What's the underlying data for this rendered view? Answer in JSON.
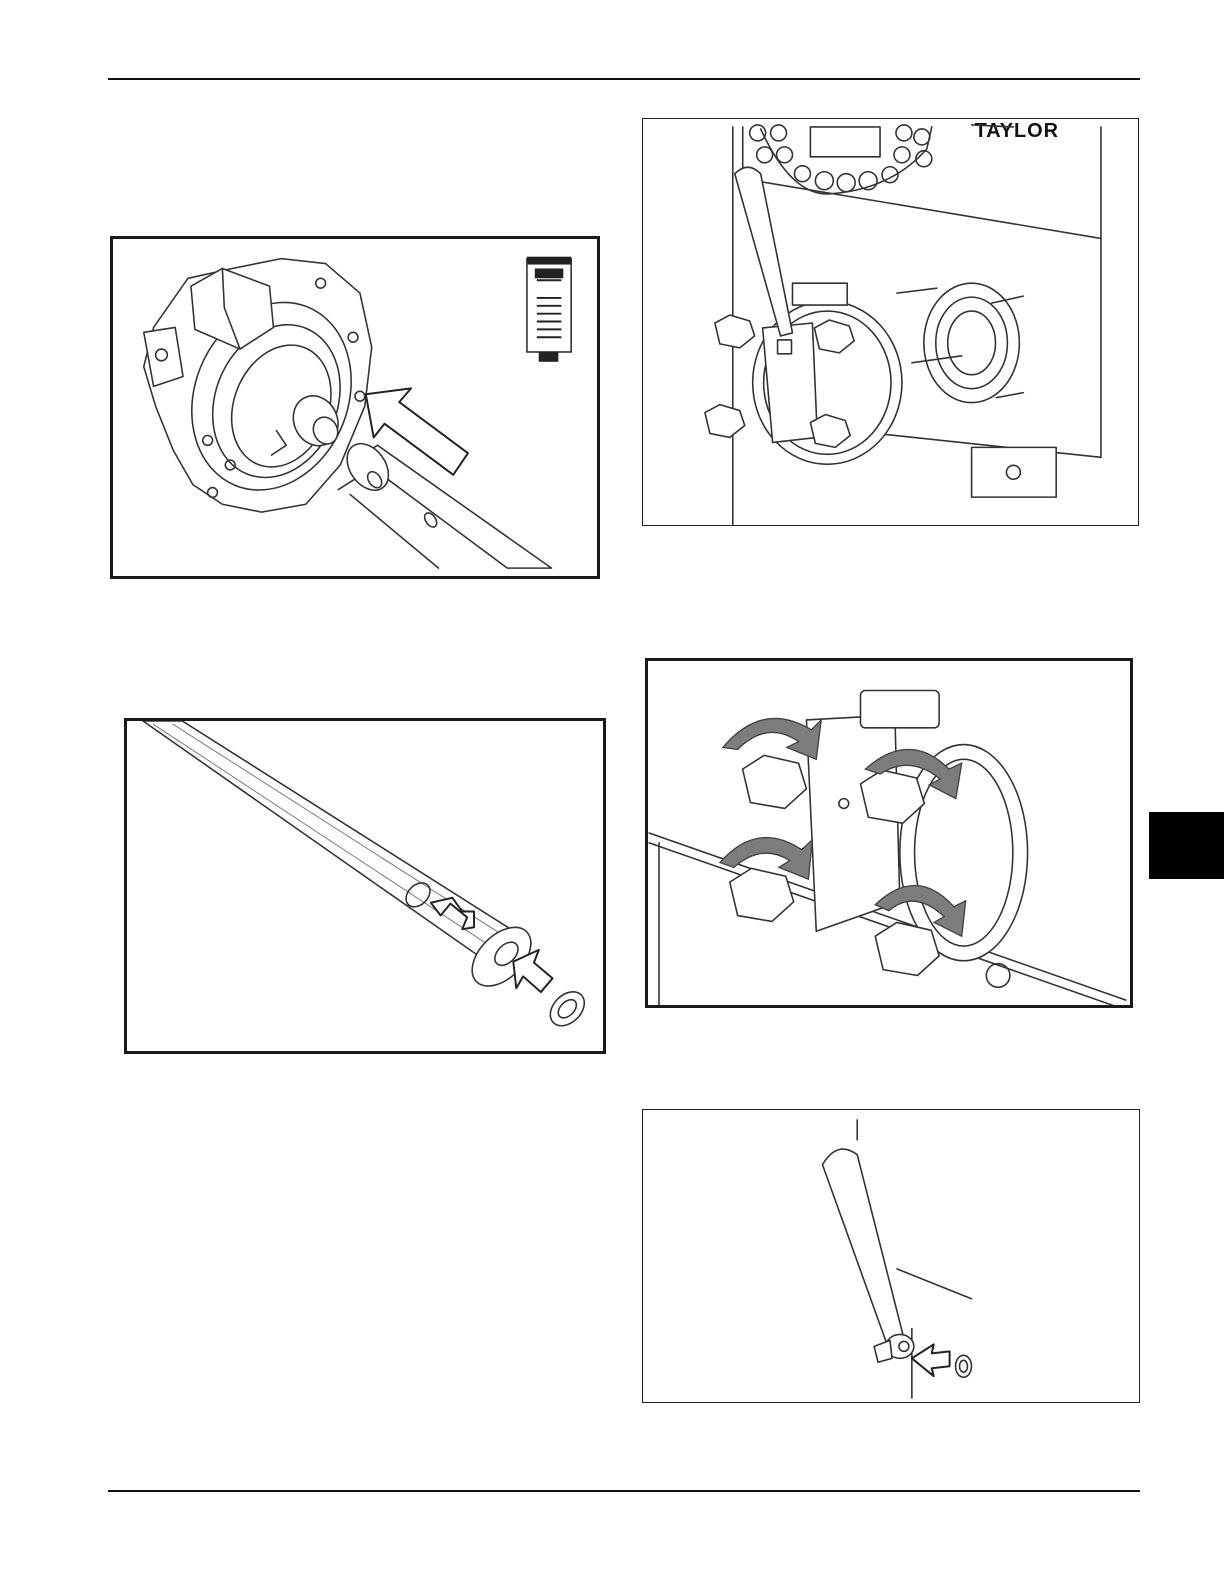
{
  "document": {
    "figures": [
      {
        "id": "fig1",
        "description_icon": "lube-tube-icon"
      },
      {
        "id": "fig2",
        "brand_mark": "TAYLOR"
      },
      {
        "id": "fig3"
      },
      {
        "id": "fig4"
      },
      {
        "id": "fig5"
      }
    ],
    "colors": {
      "rule": "#111111",
      "section_tab": "#000000",
      "frame": "#1a1a1a",
      "arrow_fill": "#7d7d7d"
    }
  }
}
